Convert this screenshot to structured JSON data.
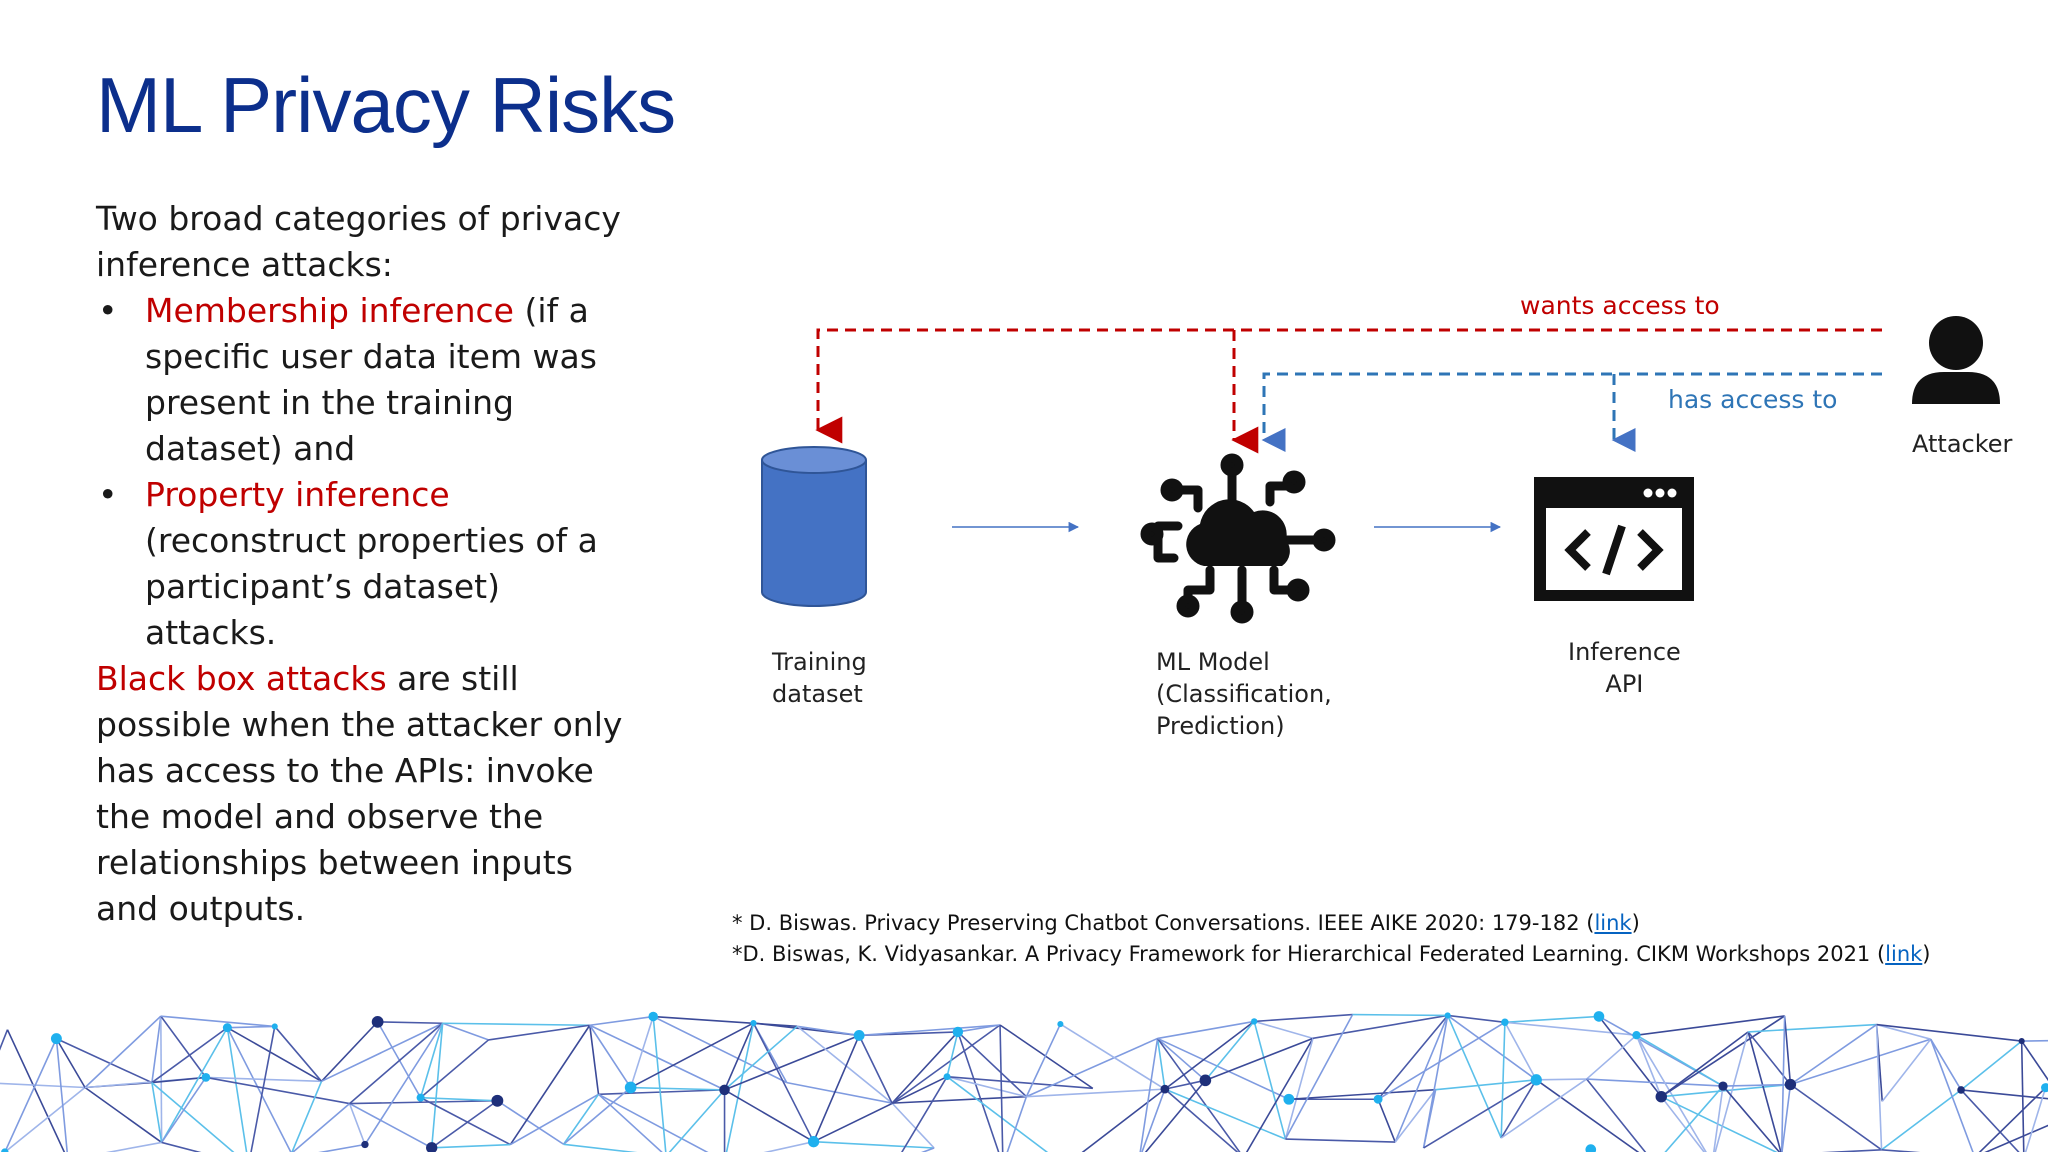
{
  "title": "ML Privacy Risks",
  "intro": "Two broad categories of privacy inference attacks:",
  "bullets": [
    {
      "highlight": "Membership inference",
      "rest": " (if a specific user data item was present in the training dataset) and"
    },
    {
      "highlight": "Property inference",
      "rest": " (reconstruct properties of a participant’s dataset) attacks."
    }
  ],
  "blackbox": {
    "highlight": "Black box attacks",
    "rest": " are still possible when the attacker only has access to the APIs: invoke the model and observe the relationships between inputs and outputs."
  },
  "diagram": {
    "wants_access": "wants access to",
    "has_access": "has access to",
    "attacker": "Attacker",
    "training_line1": "Training",
    "training_line2": "dataset",
    "model_line1": "ML Model",
    "model_line2": "(Classification,",
    "model_line3": "Prediction)",
    "api_line1": "Inference",
    "api_line2": "API",
    "code_symbol": "</>"
  },
  "references": [
    {
      "text": "* D. Biswas. Privacy Preserving Chatbot Conversations. IEEE AIKE 2020: 179-182 (",
      "link": "link",
      "close": ")"
    },
    {
      "text": "*D. Biswas, K. Vidyasankar. A Privacy Framework for Hierarchical Federated Learning. CIKM Workshops 2021 (",
      "link": "link",
      "close": ")"
    }
  ],
  "colors": {
    "title": "#0c2f8c",
    "highlight_red": "#c00000",
    "wants_line": "#c00000",
    "has_line": "#2e75b6",
    "cylinder": "#4472c4",
    "link": "#0563c1"
  }
}
